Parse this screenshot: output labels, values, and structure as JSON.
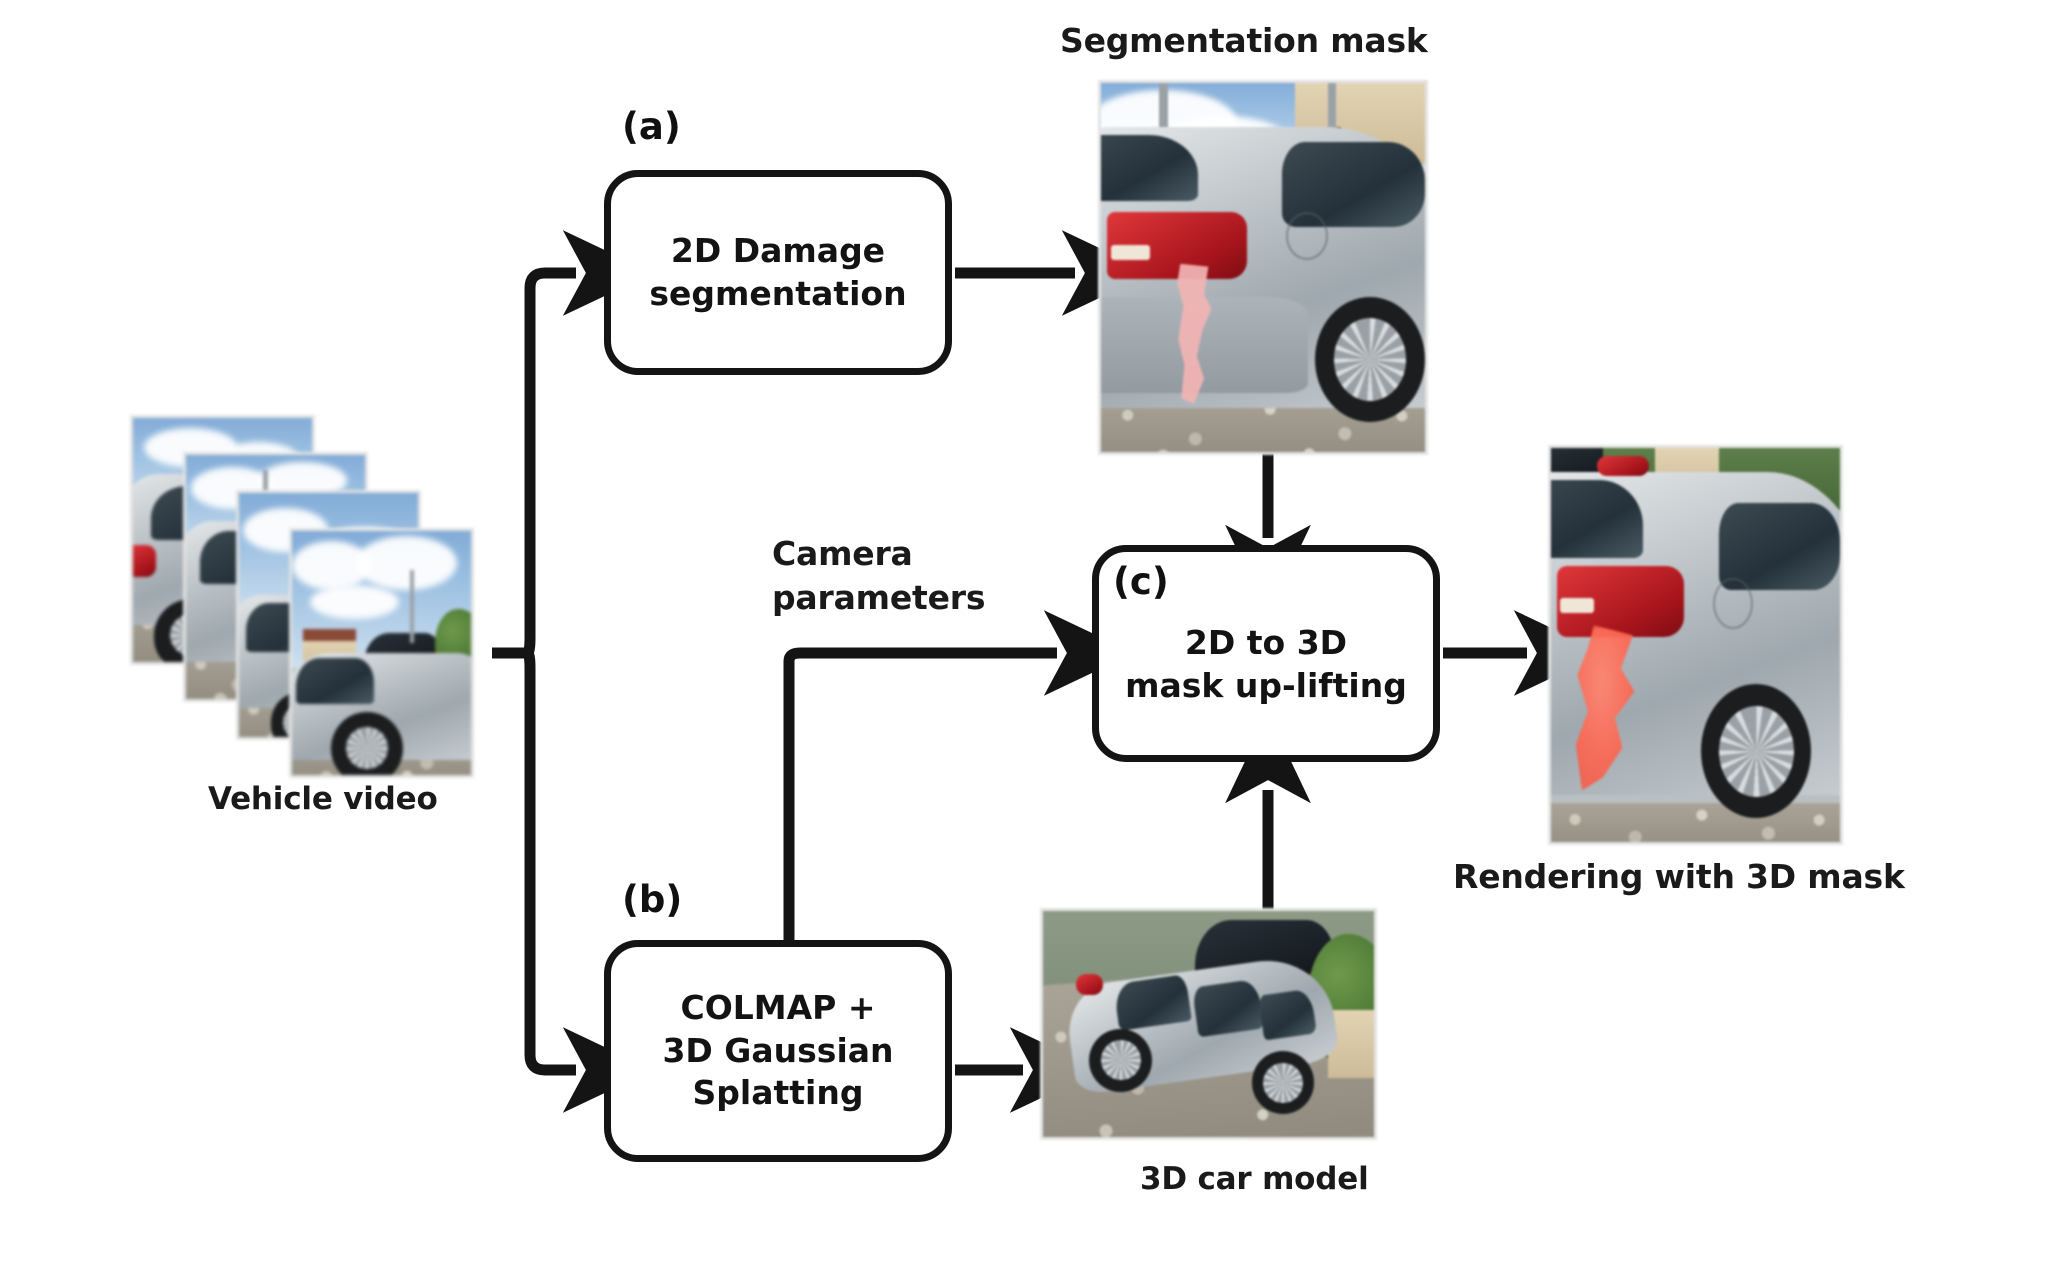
{
  "figure": {
    "kind": "pipeline-diagram",
    "background_color": "#ffffff",
    "line_color": "#141414"
  },
  "inputs": {
    "video_caption": "Vehicle video",
    "frame_count": 4
  },
  "steps": [
    {
      "id": "a",
      "step_label": "(a)",
      "box_text": "2D Damage\nsegmentation"
    },
    {
      "id": "b",
      "step_label": "(b)",
      "box_text": "COLMAP +\n3D Gaussian\nSplatting"
    },
    {
      "id": "c",
      "step_label": "(c)",
      "box_text": "2D to 3D\nmask up-lifting"
    }
  ],
  "edges": {
    "camera_parameters_label": "Camera\nparameters"
  },
  "outputs": {
    "segmentation_mask_title": "Segmentation mask",
    "car_model_caption": "3D car model",
    "rendering_caption": "Rendering with 3D mask"
  },
  "colors": {
    "mask_pink": "#f2b4b4",
    "mask_red": "#ff6a5a",
    "taillight_red": "#b41821",
    "car_silver": "#b8bfc4",
    "ink": "#141414"
  }
}
